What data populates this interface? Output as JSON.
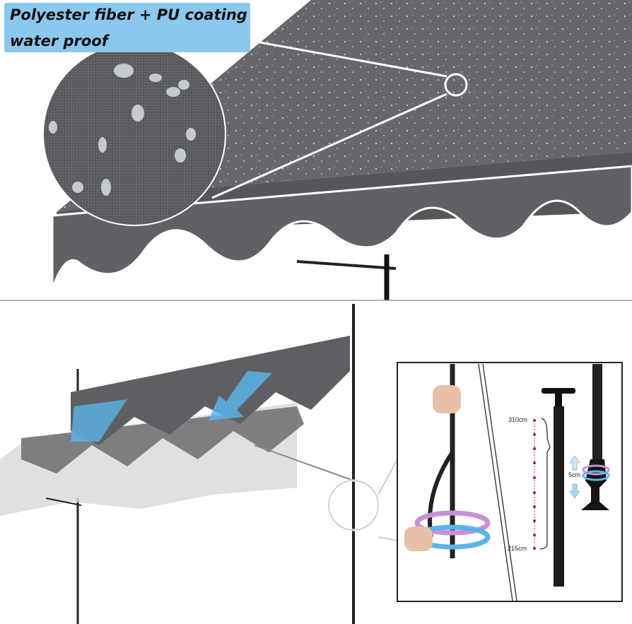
{
  "label": {
    "line1": "Polyester fiber + PU coating",
    "line2": "water proof"
  },
  "inset": {
    "max_height": "310cm",
    "min_height": "215cm",
    "adjust": "5cm"
  },
  "colors": {
    "label_bg": "#8cc8ee",
    "fabric": "#5f6063",
    "fabric_dark": "#4b4c4f",
    "arrow_blue": "#5ab4e8",
    "arrow_pink": "#c890d8"
  }
}
